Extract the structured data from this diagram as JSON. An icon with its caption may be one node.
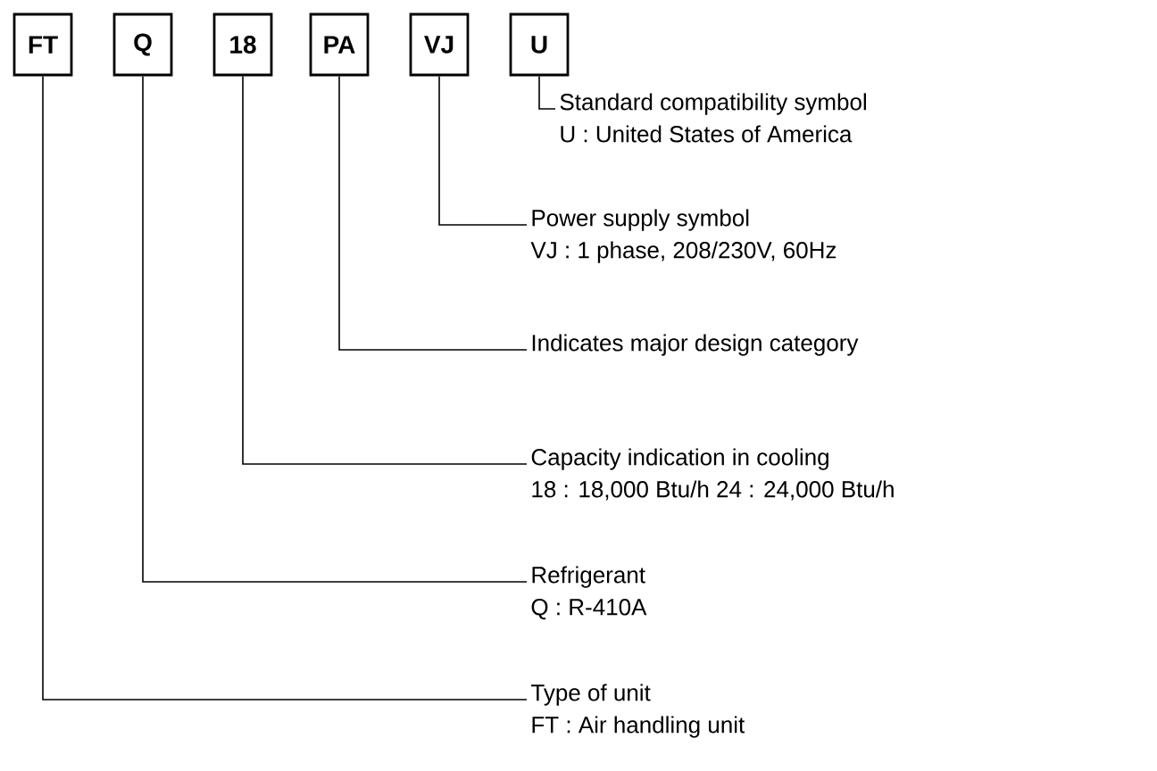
{
  "diagram": {
    "nodes": [
      {
        "text": [
          "FT"
        ]
      },
      {
        "text": [
          "Q"
        ]
      },
      {
        "text": [
          "18"
        ]
      },
      {
        "text": [
          "PA"
        ]
      },
      {
        "text": [
          "VJ"
        ]
      },
      {
        "text": [
          "U"
        ]
      },
      {
        "text": [
          "Standard compatibility symbol",
          "U : United States of America"
        ]
      },
      {
        "text": [
          "Power supply symbol",
          "VJ : 1 phase, 208/230V, 60Hz"
        ]
      },
      {
        "text": [
          "Indicates major design category"
        ]
      },
      {
        "text": [
          "Capacity indication in cooling",
          "18 : 18,000 Btu/h   24 : 24,000 Btu/h"
        ]
      },
      {
        "text": [
          "Refrigerant",
          "Q : R-410A"
        ]
      },
      {
        "text": [
          "Type of unit",
          "FT : Air handling unit"
        ]
      }
    ],
    "edges": [
      {
        "from": 5,
        "to": 6,
        "arrow": "none"
      },
      {
        "from": 4,
        "to": 7,
        "arrow": "none"
      },
      {
        "from": 3,
        "to": 8,
        "arrow": "none"
      },
      {
        "from": 2,
        "to": 9,
        "arrow": "none"
      },
      {
        "from": 1,
        "to": 10,
        "arrow": "none"
      },
      {
        "from": 0,
        "to": 11,
        "arrow": "none"
      }
    ]
  }
}
